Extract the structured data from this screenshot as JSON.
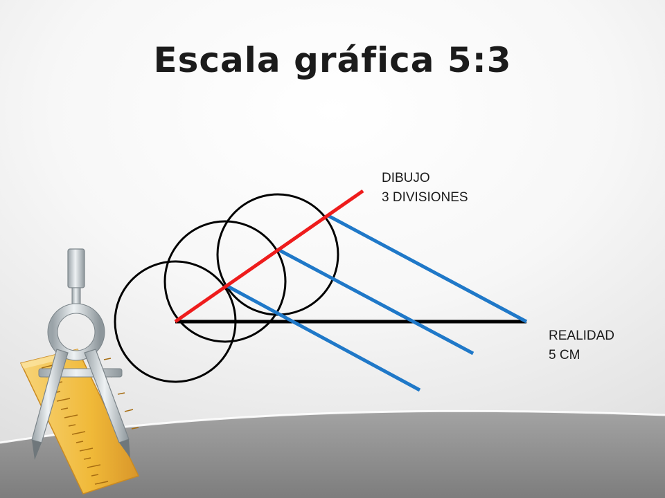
{
  "slide": {
    "title": "Escala gráfica 5:3"
  },
  "labels": {
    "dibujo": {
      "line1": "DIBUJO",
      "line2": "3 DIVISIONES"
    },
    "realidad": {
      "line1": "REALIDAD",
      "line2": "5 CM"
    }
  },
  "colors": {
    "drawing_line": "#ee1c1c",
    "reality_line": "#000000",
    "projection_lines": "#1f78c8",
    "circles": "#000000",
    "bottom_band": "#8c8c8c",
    "ruler": "#f2c14e"
  },
  "icons": {
    "clipart": "compass-and-ruler-icon"
  }
}
